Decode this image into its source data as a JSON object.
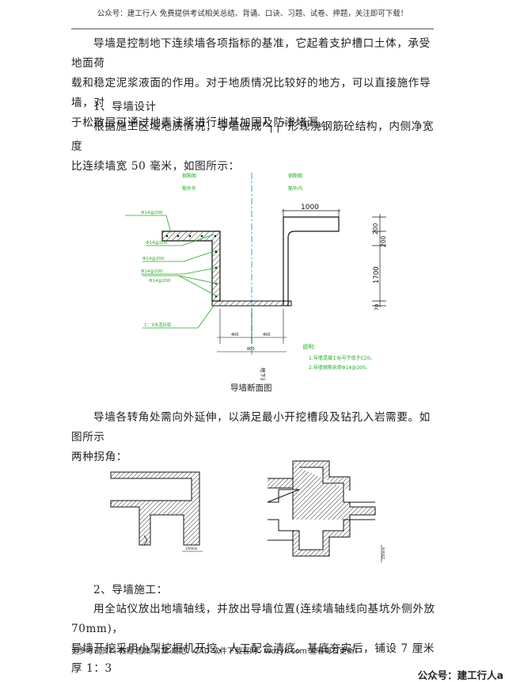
{
  "header": {
    "text": "公众号：建工行人 免费提供考试相关总结、背诵、口诀、习题、试卷、押题，关注即可下载！"
  },
  "intro": {
    "line1": "导墙是控制地下连续墙各项指标的基准，它起着支护槽口土体，承受地面荷",
    "line2": "载和稳定泥浆液面的作用。对于地质情况比较好的地方，可以直接施作导墙，对",
    "line3": "于松散层可通过地表注浆进行地基加固及防渗堵漏。"
  },
  "section1": {
    "title": "1、导墙设计"
  },
  "design": {
    "line1": "根据施工区域地质情况，导墙做成“┐┌”形现浇钢筋砼结构，内侧净宽度",
    "line2": "比连续墙宽 50 毫米，如图所示："
  },
  "figure1": {
    "caption": "导墙断面图",
    "dim_top": "1000",
    "dim_side_a": "200",
    "dim_side_b": "200",
    "dim_height": "1700",
    "dim_small": "70",
    "center_label": "地下连续墙中心线",
    "top_label_left_1": "钢筋图",
    "top_label_left_2": "筋外外",
    "top_label_right_1": "钢筋图",
    "top_label_right_2": "筋外内",
    "rebar_labels": [
      "Φ14@200",
      "Φ14@200",
      "Φ14@200",
      "Φ14@200",
      "Φ14@200"
    ],
    "bottom_label": "1：3水泥砂浆",
    "dim_bottom_left": "400",
    "dim_bottom_right": "400",
    "dim_bottom_total": "800",
    "notes_title": "说明：",
    "note1": "1.导墙混凝土标号不低于C20。",
    "note2": "2.导墙钢筋采用Φ14@200。"
  },
  "corner_text": {
    "line1": "导墙各转角处需向外延伸，以满足最小开挖槽段及钻孔入岩需要。如图所示",
    "line2": "两种拐角："
  },
  "figure2": {
    "dim_left": "150mm",
    "dim_right": "150mm"
  },
  "section2": {
    "title": "2、导墙施工："
  },
  "construction": {
    "line1": "用全站仪放出地墙轴线，并放出导墙位置(连续墙轴线向基坑外侧外放 70mm)，",
    "line2": "导墙开挖采用小型挖掘机开挖，人工配合清底。基底夯实后，铺设 7 厘米厚 1：3"
  },
  "footer": {
    "text": "更多考试资料 教程 图集 方案 规范、CAD 软件下载官网：wdzyk.com 查看每日更新！"
  },
  "badge": {
    "text": "公众号：建工行人a"
  },
  "colors": {
    "green": "#22aa22",
    "cyan": "#00b8c8",
    "ink": "#111111"
  }
}
